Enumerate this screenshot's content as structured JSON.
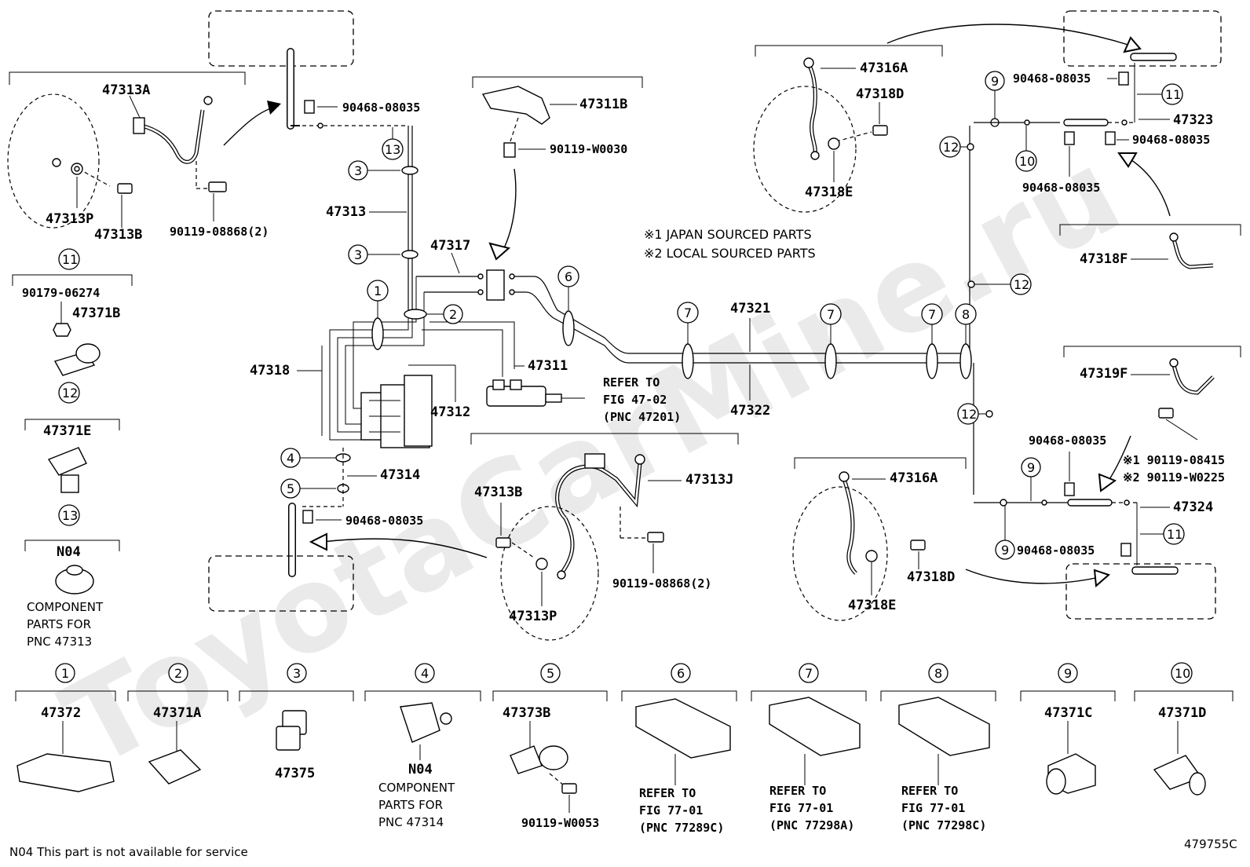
{
  "watermark": "ToyotaCarMine.ru",
  "notes": {
    "japan": "※1 JAPAN SOURCED PARTS",
    "local": "※2 LOCAL SOURCED PARTS"
  },
  "footer": {
    "note": "N04 This part is not available for service",
    "figure_code": "479755C"
  },
  "component_note": {
    "n04_top": [
      "COMPONENT",
      "PARTS FOR",
      "PNC 47313"
    ],
    "n04_bottom": [
      "COMPONENT",
      "PARTS FOR",
      "PNC 47314"
    ]
  },
  "labels": {
    "p47313A": "47313A",
    "p47313P_tl": "47313P",
    "p47313B_tl": "47313B",
    "p90119_08868_tl": "90119-08868(2)",
    "p90468_top": "90468-08035",
    "p47313": "47313",
    "p47317": "47317",
    "p47318": "47318",
    "p47311B": "47311B",
    "p90119_W0030": "90119-W0030",
    "p47311": "47311",
    "p47312": "47312",
    "refer1": "REFER TO",
    "refer2": "FIG 47-02",
    "refer3": "(PNC 47201)",
    "p47321": "47321",
    "p47322": "47322",
    "p47314": "47314",
    "p90468_mid": "90468-08035",
    "p47313J": "47313J",
    "p47313B_mid": "47313B",
    "p47313P_mid": "47313P",
    "p90119_08868_mid": "90119-08868(2)",
    "p47316A_top": "47316A",
    "p47318D_top": "47318D",
    "p47318E_top": "47318E",
    "p90468_r1": "90468-08035",
    "p47323": "47323",
    "p90468_r2": "90468-08035",
    "p90468_r3": "90468-08035",
    "p47318F": "47318F",
    "p47319F": "47319F",
    "p90119_08415": "※1 90119-08415",
    "p90119_W0225": "※2 90119-W0225",
    "p90468_r4": "90468-08035",
    "p47324": "47324",
    "p90468_r5": "90468-08035",
    "p47316A_bot": "47316A",
    "p47318D_bot": "47318D",
    "p47318E_bot": "47318E",
    "p90179": "90179-06274",
    "p47371B": "47371B",
    "p47371E": "47371E",
    "pN04_left": "N04",
    "p47372": "47372",
    "p47371A": "47371A",
    "p47375": "47375",
    "pN04_bot": "N04",
    "p47373B": "47373B",
    "p90119_W0053": "90119-W0053",
    "ref6a": "REFER TO",
    "ref6b": "FIG 77-01",
    "ref6c": "(PNC 77289C)",
    "ref7a": "REFER TO",
    "ref7b": "FIG 77-01",
    "ref7c": "(PNC 77298A)",
    "ref8a": "REFER TO",
    "ref8b": "FIG 77-01",
    "ref8c": "(PNC 77298C)",
    "p47371C": "47371C",
    "p47371D": "47371D"
  },
  "callouts": {
    "c1": "1",
    "c2": "2",
    "c3": "3",
    "c4": "4",
    "c5": "5",
    "c6": "6",
    "c7": "7",
    "c8": "8",
    "c9": "9",
    "c10": "10",
    "c11": "11",
    "c12": "12",
    "c13": "13"
  }
}
